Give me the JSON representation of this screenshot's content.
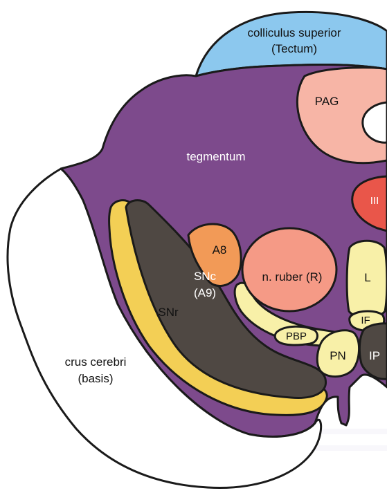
{
  "labels": {
    "colliculus_line1": "colliculus superior",
    "colliculus_line2": "(Tectum)",
    "pag": "PAG",
    "tegmentum": "tegmentum",
    "iii": "III",
    "a8": "A8",
    "snc_line1": "SNc",
    "snc_line2": "(A9)",
    "n_ruber": "n. ruber (R)",
    "l": "L",
    "snr": "SNr",
    "if": "IF",
    "pbp": "PBP",
    "pn": "PN",
    "ip": "IP",
    "crus_line1": "crus cerebri",
    "crus_line2": "(basis)"
  },
  "colors": {
    "tectum": "#8cc8ee",
    "tegmentum": "#7d4a8c",
    "pag": "#f7b5a6",
    "cn3": "#e9564a",
    "a8": "#f29a57",
    "snc": "#4f4843",
    "red_nucleus": "#f59a86",
    "snr": "#f3cf55",
    "yellow_small": "#f8f0a8",
    "crus": "#ffffff",
    "outline": "#1a1a1a"
  }
}
